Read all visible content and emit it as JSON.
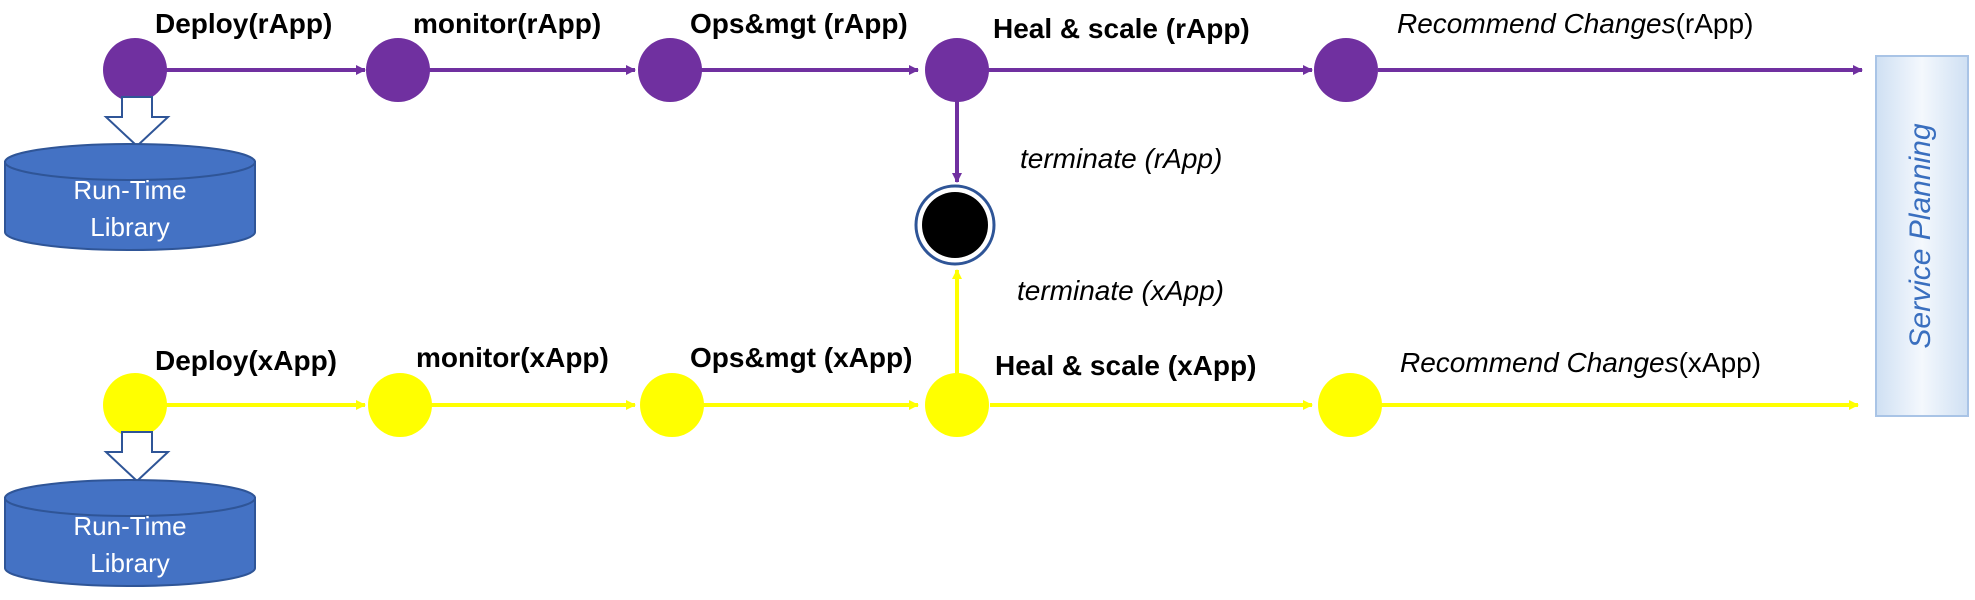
{
  "colors": {
    "rapp": "#7030a0",
    "xapp": "#ffff00",
    "db_fill": "#4472c4",
    "db_stroke": "#2f5597",
    "planning_text": "#3a6fbf"
  },
  "rapp": {
    "deploy": "Deploy(rApp)",
    "monitor": "monitor(rApp)",
    "ops": "Ops&mgt (rApp)",
    "heal": "Heal & scale (rApp)",
    "recommend_italic": "Recommend Changes",
    "recommend_plain": "(rApp)",
    "terminate": "terminate (rApp)"
  },
  "xapp": {
    "deploy": "Deploy(xApp)",
    "monitor": "monitor(xApp)",
    "ops": "Ops&mgt (xApp)",
    "heal": "Heal & scale (xApp)",
    "recommend_italic": "Recommend Changes",
    "recommend_plain": "(xApp)",
    "terminate": "terminate (xApp)"
  },
  "library": {
    "line1": "Run-Time",
    "line2": "Library"
  },
  "service_planning": "Service Planning",
  "icons": {
    "down_arrow": "hollow-down-arrow-icon",
    "terminal": "final-state-icon",
    "database": "cylinder-icon"
  }
}
